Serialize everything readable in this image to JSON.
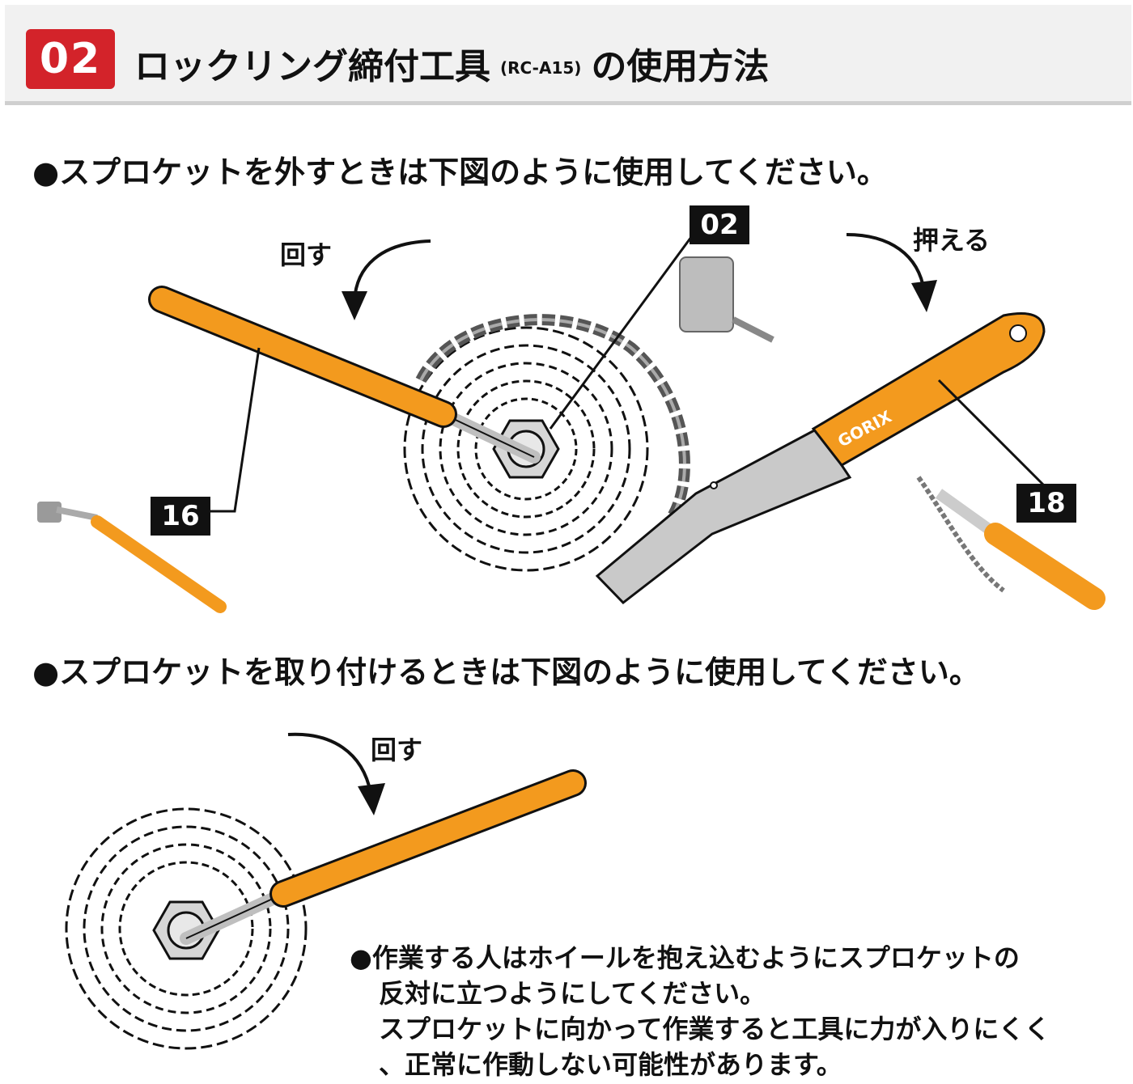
{
  "header": {
    "number": "02",
    "title_main": "ロックリング締付工具",
    "title_model": "(RC-A15)",
    "title_suffix": "の使用方法"
  },
  "section_remove": {
    "instruction": "●スプロケットを外すときは下図のように使用してください。",
    "turn_label": "回す",
    "press_label": "押える",
    "part_labels": {
      "lockring_tool": "02",
      "handle": "16",
      "chain_whip": "18"
    },
    "brand_text": "GORIX"
  },
  "section_install": {
    "instruction": "●スプロケットを取り付けるときは下図のように使用してください。",
    "turn_label": "回す"
  },
  "note": {
    "line1": "●作業する人はホイールを抱え込むようにスプロケットの",
    "line2": "反対に立つようにしてください。",
    "line3": "スプロケットに向かって作業すると工具に力が入りにくく",
    "line4": "、正常に作動しない可能性があります。"
  },
  "colors": {
    "badge_red": "#d3232a",
    "handle_orange": "#f39a1e",
    "steel_gray": "#c9c9c9"
  }
}
